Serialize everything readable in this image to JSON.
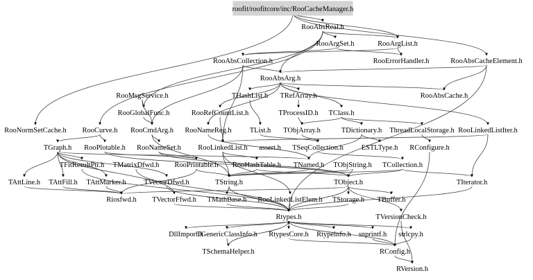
{
  "diagram": {
    "type": "include-dependency-graph",
    "root": "roofit/roofitcore/inc/RooCacheManager.h",
    "nodes": [
      {
        "id": "root",
        "label": "roofit/roofitcore/inc/RooCacheManager.h",
        "highlighted": true
      },
      {
        "id": "RooAbsReal",
        "label": "RooAbsReal.h"
      },
      {
        "id": "RooArgSet",
        "label": "RooArgSet.h"
      },
      {
        "id": "RooArgList",
        "label": "RooArgList.h"
      },
      {
        "id": "RooErrorHandler",
        "label": "RooErrorHandler.h"
      },
      {
        "id": "RooAbsCollection",
        "label": "RooAbsCollection.h"
      },
      {
        "id": "RooAbsCacheElement",
        "label": "RooAbsCacheElement.h"
      },
      {
        "id": "RooAbsArg",
        "label": "RooAbsArg.h"
      },
      {
        "id": "RooAbsCache",
        "label": "RooAbsCache.h"
      },
      {
        "id": "RooMsgService",
        "label": "RooMsgService.h"
      },
      {
        "id": "THashList",
        "label": "THashList.h"
      },
      {
        "id": "TRefArray",
        "label": "TRefArray.h"
      },
      {
        "id": "RooGlobalFunc",
        "label": "RooGlobalFunc.h"
      },
      {
        "id": "RooRefCountList",
        "label": "RooRefCountList.h"
      },
      {
        "id": "TProcessID",
        "label": "TProcessID.h"
      },
      {
        "id": "TClass",
        "label": "TClass.h"
      },
      {
        "id": "RooNormSetCache",
        "label": "RooNormSetCache.h"
      },
      {
        "id": "RooCurve",
        "label": "RooCurve.h"
      },
      {
        "id": "RooCmdArg",
        "label": "RooCmdArg.h"
      },
      {
        "id": "RooNameReg",
        "label": "RooNameReg.h"
      },
      {
        "id": "TList",
        "label": "TList.h"
      },
      {
        "id": "TObjArray",
        "label": "TObjArray.h"
      },
      {
        "id": "TDictionary",
        "label": "TDictionary.h"
      },
      {
        "id": "ThreadLocalStorage",
        "label": "ThreadLocalStorage.h"
      },
      {
        "id": "RooLinkedListIter",
        "label": "RooLinkedListIter.h"
      },
      {
        "id": "TGraph",
        "label": "TGraph.h"
      },
      {
        "id": "RooPlotable",
        "label": "RooPlotable.h"
      },
      {
        "id": "RooNameSet",
        "label": "RooNameSet.h"
      },
      {
        "id": "RooLinkedList",
        "label": "RooLinkedList.h"
      },
      {
        "id": "assert",
        "label": "assert.h"
      },
      {
        "id": "TSeqCollection",
        "label": "TSeqCollection.h"
      },
      {
        "id": "ESTLType",
        "label": "ESTLType.h"
      },
      {
        "id": "RConfigure",
        "label": "RConfigure.h"
      },
      {
        "id": "TFitResultPtr",
        "label": "TFitResultPtr.h"
      },
      {
        "id": "TMatrixDfwd",
        "label": "TMatrixDfwd.h"
      },
      {
        "id": "RooPrintable",
        "label": "RooPrintable.h"
      },
      {
        "id": "RooHashTable",
        "label": "RooHashTable.h"
      },
      {
        "id": "TNamed",
        "label": "TNamed.h"
      },
      {
        "id": "TObjString",
        "label": "TObjString.h"
      },
      {
        "id": "TCollection",
        "label": "TCollection.h"
      },
      {
        "id": "TAttLine",
        "label": "TAttLine.h"
      },
      {
        "id": "TAttFill",
        "label": "TAttFill.h"
      },
      {
        "id": "TAttMarker",
        "label": "TAttMarker.h"
      },
      {
        "id": "TVectorDfwd",
        "label": "TVectorDfwd.h"
      },
      {
        "id": "TString",
        "label": "TString.h"
      },
      {
        "id": "TObject",
        "label": "TObject.h"
      },
      {
        "id": "TIterator",
        "label": "TIterator.h"
      },
      {
        "id": "Riosfwd",
        "label": "Riosfwd.h"
      },
      {
        "id": "TVectorFfwd",
        "label": "TVectorFfwd.h"
      },
      {
        "id": "TMathBase",
        "label": "TMathBase.h"
      },
      {
        "id": "RooLinkedListElem",
        "label": "RooLinkedListElem.h"
      },
      {
        "id": "TStorage",
        "label": "TStorage.h"
      },
      {
        "id": "TBuffer",
        "label": "TBuffer.h"
      },
      {
        "id": "TVersionCheck",
        "label": "TVersionCheck.h"
      },
      {
        "id": "Rtypes",
        "label": "Rtypes.h"
      },
      {
        "id": "DllImport",
        "label": "DllImport.h"
      },
      {
        "id": "TGenericClassInfo",
        "label": "TGenericClassInfo.h"
      },
      {
        "id": "RtypesCore",
        "label": "RtypesCore.h"
      },
      {
        "id": "Rtypeinfo",
        "label": "Rtypeinfo.h"
      },
      {
        "id": "snprintf",
        "label": "snprintf.h"
      },
      {
        "id": "strlcpy",
        "label": "strlcpy.h"
      },
      {
        "id": "TSchemaHelper",
        "label": "TSchemaHelper.h"
      },
      {
        "id": "RConfig",
        "label": "RConfig.h"
      },
      {
        "id": "RVersion",
        "label": "RVersion.h"
      }
    ],
    "edges": [
      [
        "root",
        "RooAbsReal"
      ],
      [
        "root",
        "RooNormSetCache"
      ],
      [
        "root",
        "RooAbsCacheElement"
      ],
      [
        "root",
        "RooArgList"
      ],
      [
        "RooAbsReal",
        "RooArgSet"
      ],
      [
        "RooAbsReal",
        "RooArgList"
      ],
      [
        "RooAbsReal",
        "RooAbsArg"
      ],
      [
        "RooAbsReal",
        "RooCurve"
      ],
      [
        "RooAbsReal",
        "RooGlobalFunc"
      ],
      [
        "RooArgSet",
        "RooAbsCollection"
      ],
      [
        "RooArgSet",
        "RooErrorHandler"
      ],
      [
        "RooArgList",
        "RooAbsCollection"
      ],
      [
        "RooArgList",
        "RooErrorHandler"
      ],
      [
        "RooAbsCollection",
        "RooAbsArg"
      ],
      [
        "RooAbsCollection",
        "RooCmdArg"
      ],
      [
        "RooAbsCollection",
        "RooLinkedList"
      ],
      [
        "RooAbsCacheElement",
        "RooAbsArg"
      ],
      [
        "RooAbsCacheElement",
        "RooAbsCache"
      ],
      [
        "RooAbsCacheElement",
        "Rtypes"
      ],
      [
        "RooAbsArg",
        "THashList"
      ],
      [
        "RooAbsArg",
        "TRefArray"
      ],
      [
        "RooAbsArg",
        "RooAbsCache"
      ],
      [
        "RooAbsArg",
        "RooRefCountList"
      ],
      [
        "RooAbsArg",
        "RooNameReg"
      ],
      [
        "RooAbsArg",
        "TClass"
      ],
      [
        "RooAbsArg",
        "RooLinkedListIter"
      ],
      [
        "RooMsgService",
        "RooGlobalFunc"
      ],
      [
        "RooMsgService",
        "RooCmdArg"
      ],
      [
        "THashList",
        "TList"
      ],
      [
        "TRefArray",
        "TProcessID"
      ],
      [
        "TProcessID",
        "TObjArray"
      ],
      [
        "TClass",
        "TDictionary"
      ],
      [
        "TClass",
        "ThreadLocalStorage"
      ],
      [
        "TClass",
        "TObjArray"
      ],
      [
        "RooGlobalFunc",
        "RooCmdArg"
      ],
      [
        "RooRefCountList",
        "RooLinkedList"
      ],
      [
        "RooCurve",
        "TGraph"
      ],
      [
        "RooCurve",
        "RooPlotable"
      ],
      [
        "RooCmdArg",
        "RooNameSet"
      ],
      [
        "RooCmdArg",
        "TString"
      ],
      [
        "RooNameReg",
        "TNamed"
      ],
      [
        "TList",
        "TSeqCollection"
      ],
      [
        "TObjArray",
        "TSeqCollection"
      ],
      [
        "TDictionary",
        "TNamed"
      ],
      [
        "TDictionary",
        "ESTLType"
      ],
      [
        "ThreadLocalStorage",
        "RConfigure"
      ],
      [
        "RooLinkedListIter",
        "TIterator"
      ],
      [
        "RooLinkedListIter",
        "RooLinkedList"
      ],
      [
        "TGraph",
        "TNamed"
      ],
      [
        "TGraph",
        "TAttLine"
      ],
      [
        "TGraph",
        "TAttFill"
      ],
      [
        "TGraph",
        "TAttMarker"
      ],
      [
        "TGraph",
        "TVectorFfwd"
      ],
      [
        "TGraph",
        "TVectorDfwd"
      ],
      [
        "TGraph",
        "TFitResultPtr"
      ],
      [
        "RooPlotable",
        "RooPrintable"
      ],
      [
        "RooPlotable",
        "TObject"
      ],
      [
        "RooNameSet",
        "TObject"
      ],
      [
        "RooNameSet",
        "RooPrintable"
      ],
      [
        "RooLinkedList",
        "RooHashTable"
      ],
      [
        "RooLinkedList",
        "RooLinkedListElem"
      ],
      [
        "RooLinkedList",
        "TString"
      ],
      [
        "TSeqCollection",
        "TCollection"
      ],
      [
        "TFitResultPtr",
        "Rtypes"
      ],
      [
        "TMatrixDfwd",
        "Rtypes"
      ],
      [
        "RooPrintable",
        "TString"
      ],
      [
        "RooPrintable",
        "Riosfwd"
      ],
      [
        "RooHashTable",
        "TObject"
      ],
      [
        "RooHashTable",
        "TString"
      ],
      [
        "TNamed",
        "TString"
      ],
      [
        "TObjString",
        "TObject"
      ],
      [
        "TObjString",
        "TString"
      ],
      [
        "TCollection",
        "TObject"
      ],
      [
        "TCollection",
        "TIterator"
      ],
      [
        "TCollection",
        "TString"
      ],
      [
        "TAttLine",
        "Riosfwd"
      ],
      [
        "TAttFill",
        "Riosfwd"
      ],
      [
        "TAttMarker",
        "Riosfwd"
      ],
      [
        "TVectorDfwd",
        "Rtypes"
      ],
      [
        "TString",
        "TMathBase"
      ],
      [
        "TString",
        "Rtypes"
      ],
      [
        "TObject",
        "TStorage"
      ],
      [
        "TObject",
        "TBuffer"
      ],
      [
        "TObject",
        "TVersionCheck"
      ],
      [
        "TObject",
        "Rtypes"
      ],
      [
        "TObject",
        "Riosfwd"
      ],
      [
        "TIterator",
        "Rtypes"
      ],
      [
        "TVectorFfwd",
        "Rtypes"
      ],
      [
        "TMathBase",
        "Rtypes"
      ],
      [
        "RooLinkedListElem",
        "Rtypes"
      ],
      [
        "TStorage",
        "Rtypes"
      ],
      [
        "TVersionCheck",
        "RVersion"
      ],
      [
        "Rtypes",
        "DllImport"
      ],
      [
        "Rtypes",
        "TGenericClassInfo"
      ],
      [
        "Rtypes",
        "RtypesCore"
      ],
      [
        "Rtypes",
        "Rtypeinfo"
      ],
      [
        "Rtypes",
        "snprintf"
      ],
      [
        "Rtypes",
        "strlcpy"
      ],
      [
        "Rtypes",
        "RConfig"
      ],
      [
        "TGenericClassInfo",
        "TSchemaHelper"
      ],
      [
        "TSchemaHelper",
        "Rtypes"
      ],
      [
        "RtypesCore",
        "RConfig"
      ],
      [
        "snprintf",
        "RConfig"
      ],
      [
        "strlcpy",
        "RConfig"
      ],
      [
        "RConfig",
        "RVersion"
      ],
      [
        "RConfigure",
        "RConfig"
      ]
    ]
  }
}
